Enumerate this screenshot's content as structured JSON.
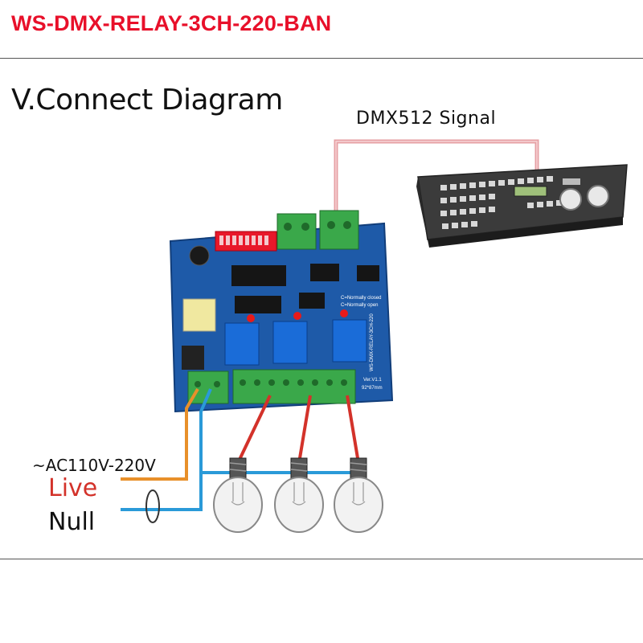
{
  "title": "WS-DMX-RELAY-3CH-220-BAN",
  "heading": "V.Connect Diagram",
  "labels": {
    "dmx_signal": "DMX512 Signal",
    "ac_input": "~AC110V-220V",
    "live": "Live",
    "null": "Null"
  },
  "board_text": {
    "normally_closed": "C=Normally closed",
    "normally_open": "C=Normally open",
    "model": "WS-DMX-RELAY-3CH-220",
    "version": "Ver.V1.1",
    "size": "92*87mm"
  },
  "colors": {
    "title": "#e8102a",
    "live_wire": "#d3322a",
    "null_wire": "#2a9ad8",
    "ac_wire": "#e8902a",
    "dmx_wire": "#e6a0a4",
    "pcb": "#1e5aa8",
    "terminal": "#3aa84a"
  }
}
